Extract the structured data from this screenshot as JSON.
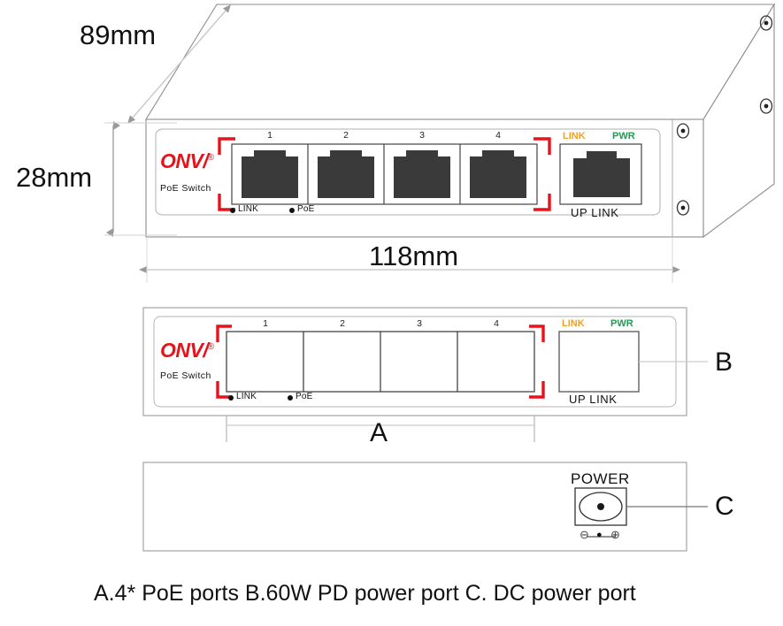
{
  "figure": {
    "title_caption": "A.4* PoE ports  B.60W PD power port  C. DC power port",
    "caption_parts": {
      "a": "A.4* PoE ports",
      "b": "B.60W PD power port",
      "c": "C. DC power port"
    }
  },
  "dimensions": {
    "depth": "89mm",
    "height": "28mm",
    "width": "118mm"
  },
  "callouts": {
    "a": "A",
    "b": "B",
    "c": "C"
  },
  "device": {
    "brand": "ONV",
    "brand_mark": "®",
    "model_text": "PoE Switch",
    "poe_ports": [
      {
        "number": "1"
      },
      {
        "number": "2"
      },
      {
        "number": "3"
      },
      {
        "number": "4"
      }
    ],
    "indicators": [
      {
        "label": "LINK"
      },
      {
        "label": "PoE"
      }
    ],
    "uplink": {
      "link_label": "LINK",
      "pwr_label": "PWR",
      "caption": "UP LINK"
    }
  },
  "rear": {
    "power_label": "POWER",
    "polarity": {
      "negative": "⊖",
      "center": "●",
      "positive": "⊕"
    }
  },
  "colors": {
    "brand_red": "#e8121a",
    "bracket_red": "#e8121a",
    "link_orange": "#f0a020",
    "pwr_green": "#18a050",
    "jack_dark": "#3a3a3a",
    "outline": "#555555",
    "dim_line": "#b9b9b9"
  }
}
